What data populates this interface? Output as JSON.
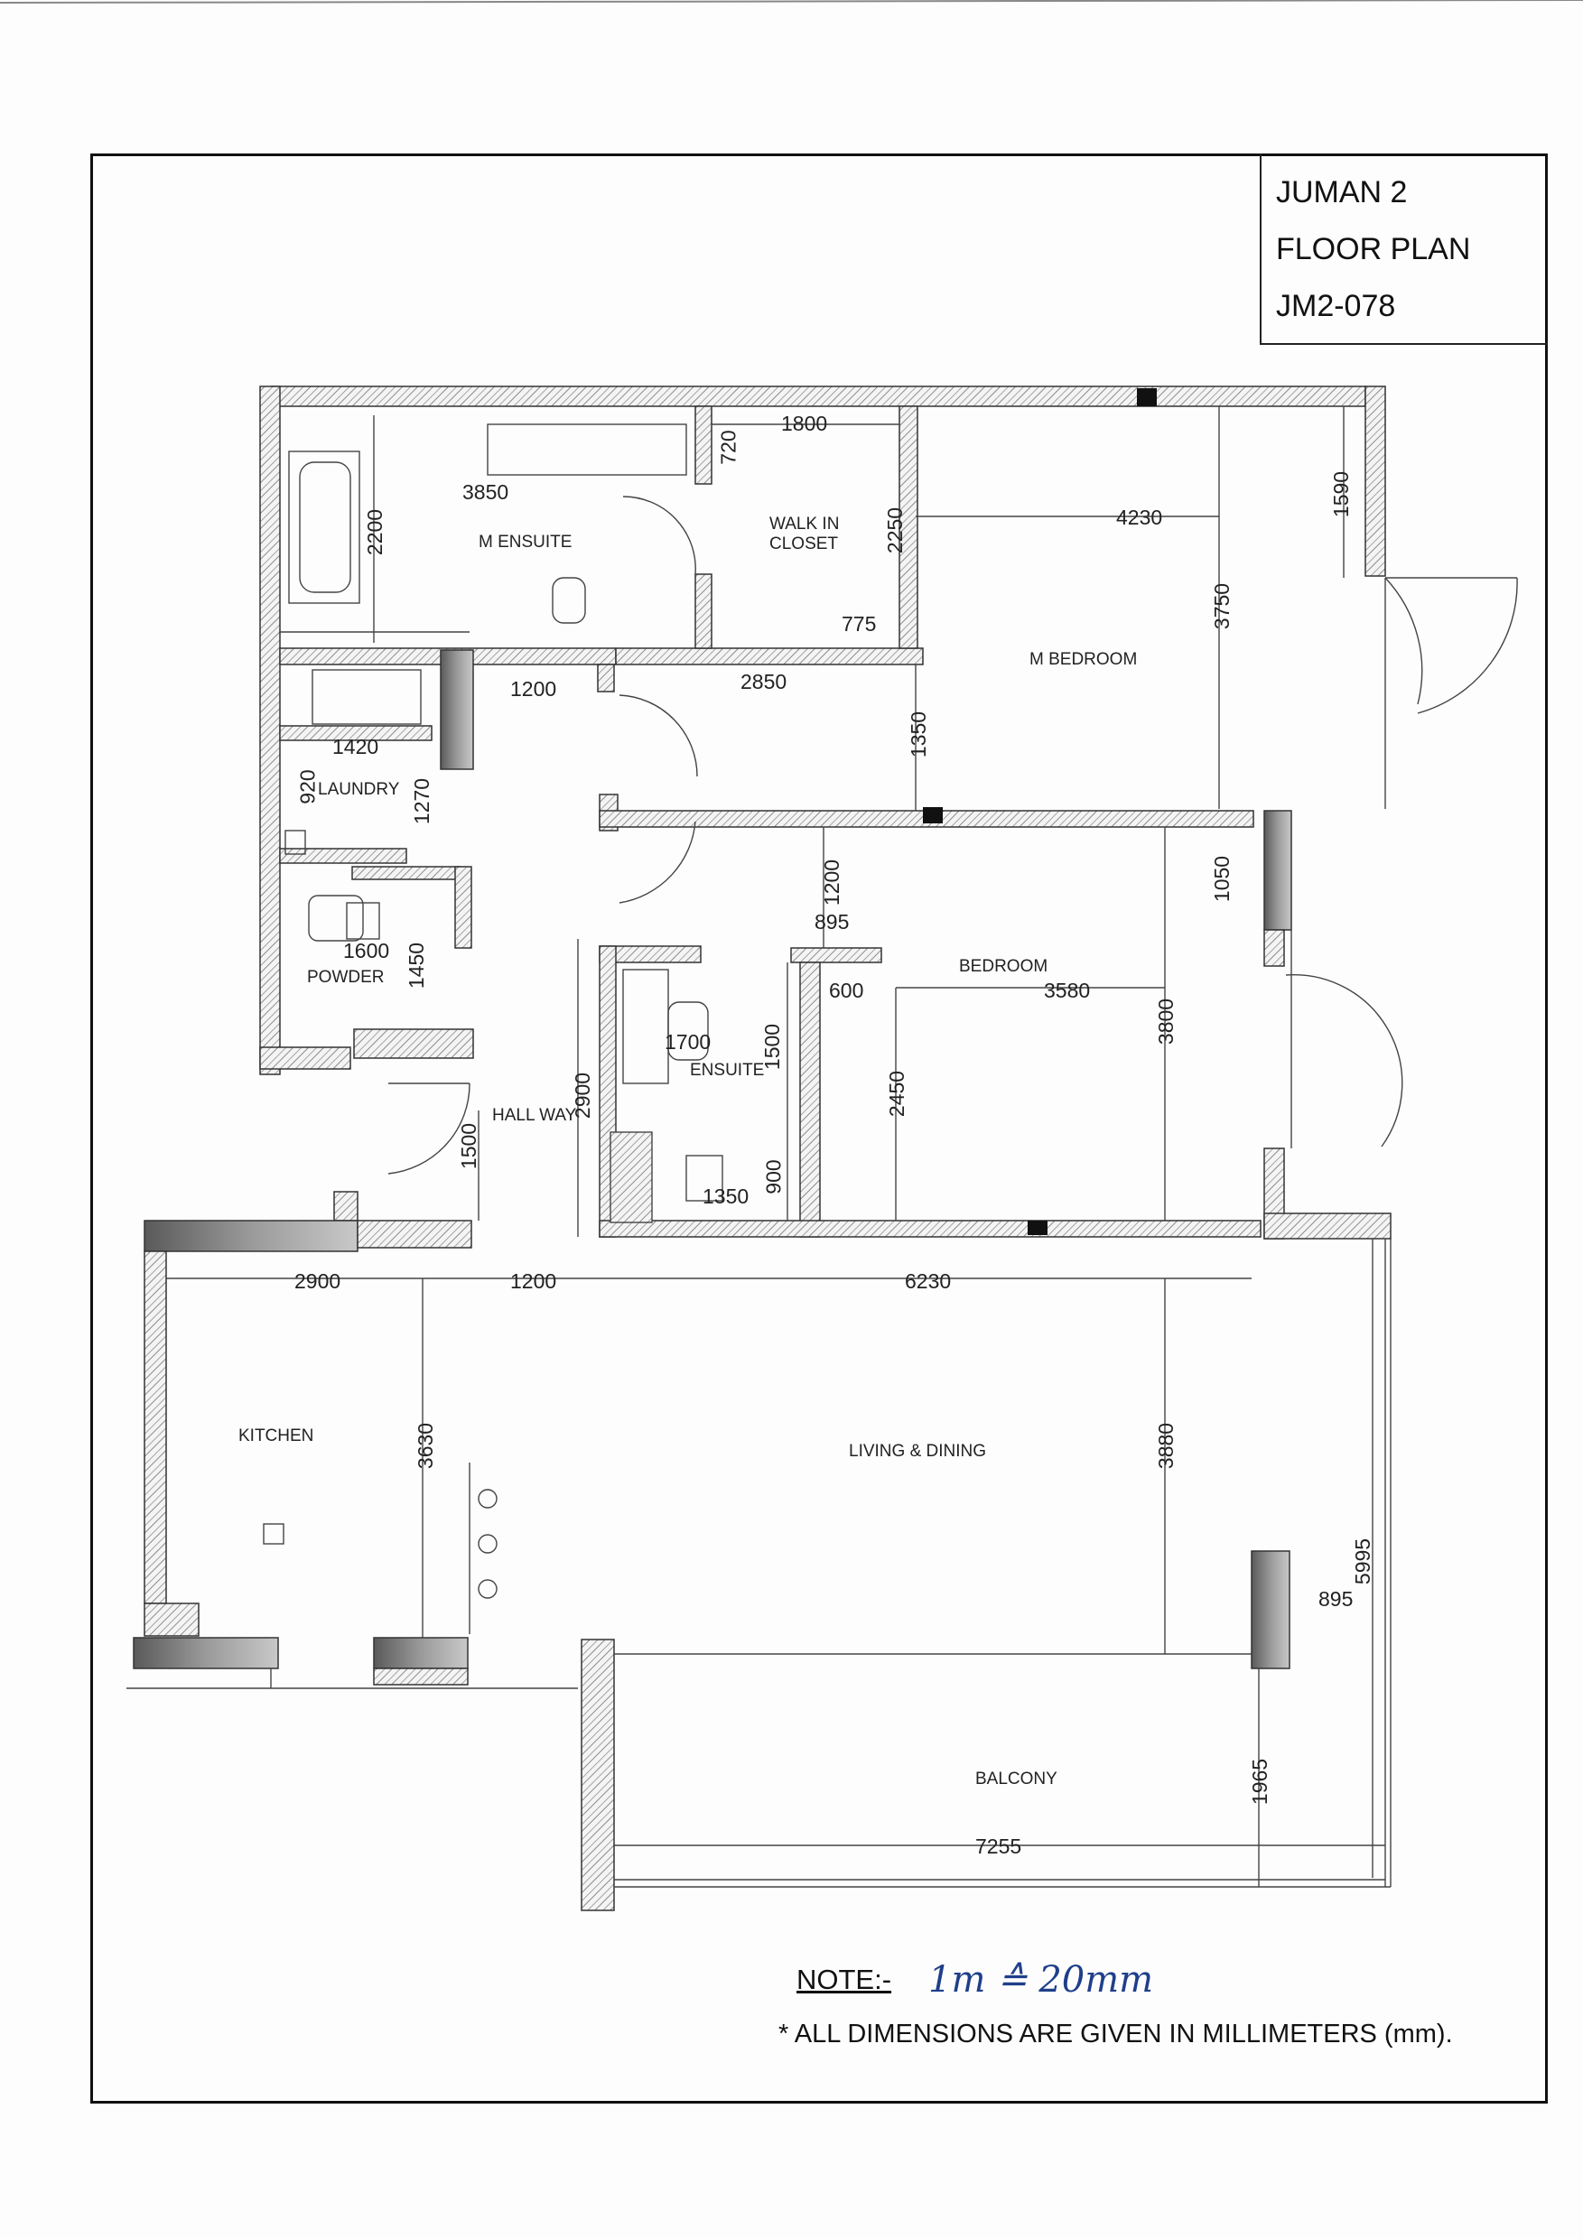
{
  "title_block": {
    "project": "JUMAN 2",
    "drawing": "FLOOR PLAN",
    "unit": "JM2-078"
  },
  "rooms": {
    "m_ensuite": "M ENSUITE",
    "walk_in_closet_1": "WALK IN",
    "walk_in_closet_2": "CLOSET",
    "m_bedroom": "M BEDROOM",
    "laundry": "LAUNDRY",
    "powder": "POWDER",
    "bedroom": "BEDROOM",
    "ensuite": "ENSUITE",
    "hall_way": "HALL WAY",
    "kitchen": "KITCHEN",
    "living_dining": "LIVING & DINING",
    "balcony": "BALCONY"
  },
  "dimensions": {
    "d1800": "1800",
    "d720": "720",
    "d3850": "3850",
    "d2200": "2200",
    "d2250": "2250",
    "d4230": "4230",
    "d1590": "1590",
    "d3750": "3750",
    "d775": "775",
    "d2850": "2850",
    "d1200_top": "1200",
    "d1350_top": "1350",
    "d1420": "1420",
    "d920": "920",
    "d1270": "1270",
    "d1200_mid": "1200",
    "d895_mid": "895",
    "d1050": "1050",
    "d600": "600",
    "d3580": "3580",
    "d3800": "3800",
    "d1600": "1600",
    "d1450": "1450",
    "d1700": "1700",
    "d1500_ensuite": "1500",
    "d2900_v": "2900",
    "d2450": "2450",
    "d1500_hall": "1500",
    "d900": "900",
    "d1350_bot": "1350",
    "d2900_h": "2900",
    "d1200_h": "1200",
    "d6230": "6230",
    "d3630": "3630",
    "d3880": "3880",
    "d5995": "5995",
    "d895_right": "895",
    "d1965": "1965",
    "d7255": "7255"
  },
  "note": {
    "label": "NOTE:-",
    "handwritten": "1m ≙ 20mm",
    "text": "*  ALL DIMENSIONS ARE GIVEN IN MILLIMETERS (mm)."
  },
  "colors": {
    "wall_hatch": "#9a9a9a",
    "column": "#111111",
    "shaded_wall": "#8c8c8c",
    "handwriting": "#1e3f8a"
  }
}
